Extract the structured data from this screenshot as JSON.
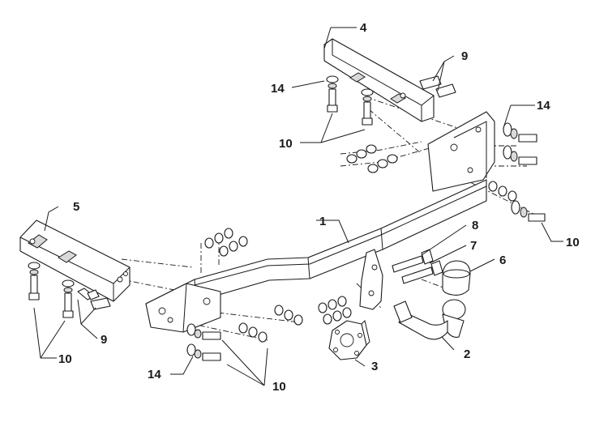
{
  "diagram": {
    "callouts": [
      {
        "id": "c1",
        "text": "1"
      },
      {
        "id": "c2",
        "text": "2"
      },
      {
        "id": "c3",
        "text": "3"
      },
      {
        "id": "c4",
        "text": "4"
      },
      {
        "id": "c5",
        "text": "5"
      },
      {
        "id": "c6",
        "text": "6"
      },
      {
        "id": "c7",
        "text": "7"
      },
      {
        "id": "c8",
        "text": "8"
      },
      {
        "id": "c9a",
        "text": "9"
      },
      {
        "id": "c9b",
        "text": "9"
      },
      {
        "id": "c10a",
        "text": "10"
      },
      {
        "id": "c10b",
        "text": "10"
      },
      {
        "id": "c10c",
        "text": "10"
      },
      {
        "id": "c10d",
        "text": "10"
      },
      {
        "id": "c14a",
        "text": "14"
      },
      {
        "id": "c14b",
        "text": "14"
      },
      {
        "id": "c14c",
        "text": "14"
      }
    ]
  }
}
